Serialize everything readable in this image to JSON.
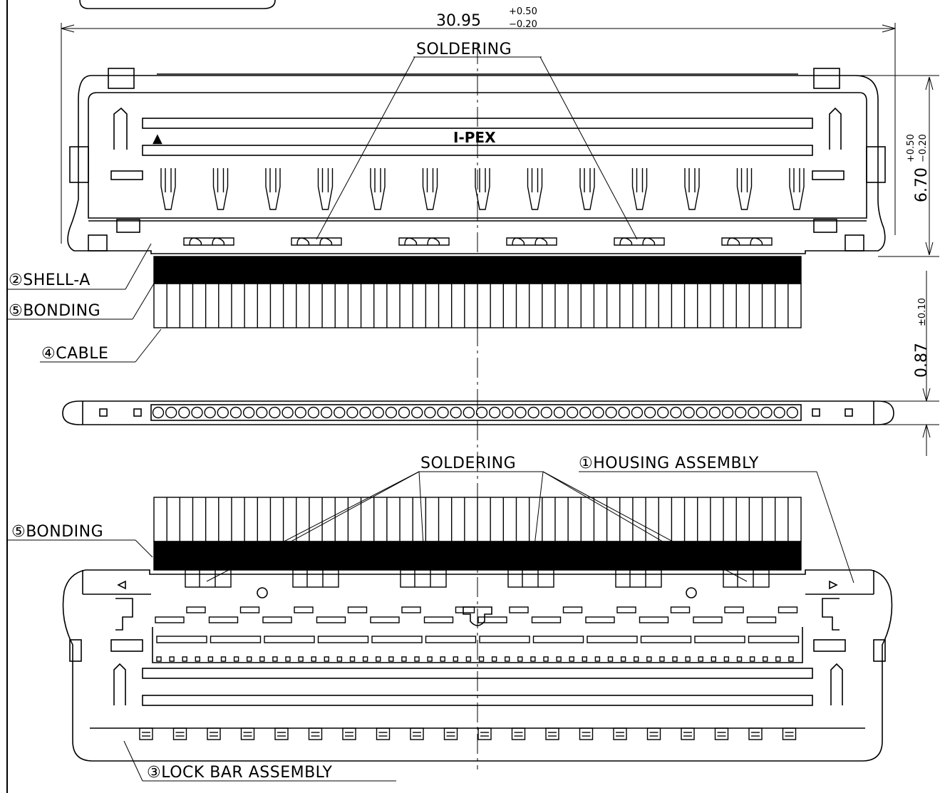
{
  "drawing": {
    "brand_marking": "I-PEX",
    "triangle_mark": "▲",
    "dimensions": {
      "width": {
        "value": "30.95",
        "tol_upper": "+0.50",
        "tol_lower": "−0.20"
      },
      "height": {
        "value": "6.70",
        "tol_upper": "+0.50",
        "tol_lower": "−0.20"
      },
      "thickness": {
        "value": "0.87",
        "tol": "±0.10"
      }
    },
    "callouts": {
      "soldering_top": "SOLDERING",
      "soldering_bottom": "SOLDERING",
      "housing_assembly": "①HOUSING ASSEMBLY",
      "shell_a": "②SHELL-A",
      "bonding_top": "⑤BONDING",
      "cable": "④CABLE",
      "bonding_bottom": "⑤BONDING",
      "lock_bar_assembly": "③LOCK BAR ASSEMBLY"
    },
    "icons": [
      "triangle-marker-icon",
      "arrow-left-marker-icon",
      "arrow-right-marker-icon"
    ]
  }
}
